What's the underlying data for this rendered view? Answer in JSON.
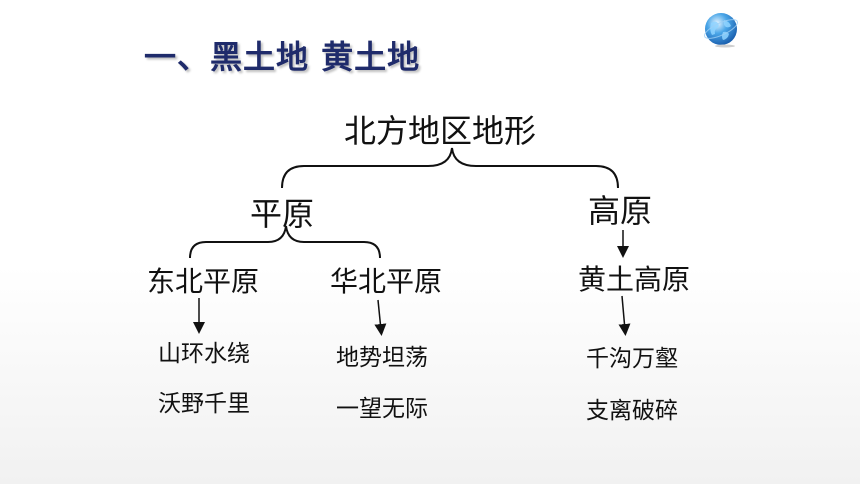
{
  "slide": {
    "heading": "一、黑土地 黄土地",
    "globe_icon": "globe-icon"
  },
  "diagram": {
    "root": "北方地区地形",
    "plain": {
      "label": "平原",
      "children": [
        {
          "label": "东北平原",
          "descriptions": [
            "山环水绕",
            "沃野千里"
          ]
        },
        {
          "label": "华北平原",
          "descriptions": [
            "地势坦荡",
            "一望无际"
          ]
        }
      ]
    },
    "plateau": {
      "label": "高原",
      "children": [
        {
          "label": "黄土高原",
          "descriptions": [
            "千沟万壑",
            "支离破碎"
          ]
        }
      ]
    }
  },
  "colors": {
    "heading": "#1f2b6b",
    "text": "#111111"
  }
}
